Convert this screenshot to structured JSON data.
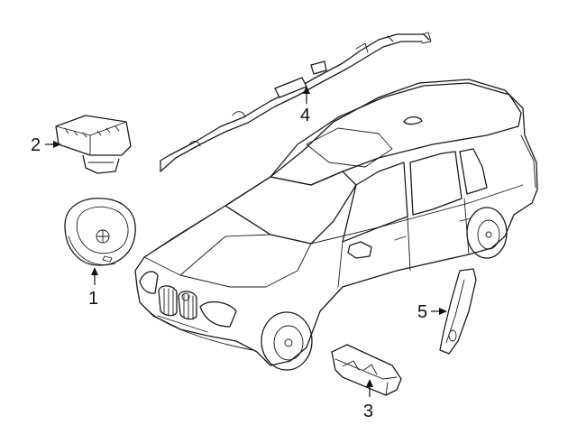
{
  "callouts": [
    {
      "id": "1",
      "label": "1",
      "part": "steering-wheel-airbag"
    },
    {
      "id": "2",
      "label": "2",
      "part": "passenger-airbag"
    },
    {
      "id": "3",
      "label": "3",
      "part": "sensor-module"
    },
    {
      "id": "4",
      "label": "4",
      "part": "curtain-airbag"
    },
    {
      "id": "5",
      "label": "5",
      "part": "side-airbag"
    }
  ],
  "colors": {
    "line": "#1a1a1a",
    "background": "#ffffff"
  }
}
